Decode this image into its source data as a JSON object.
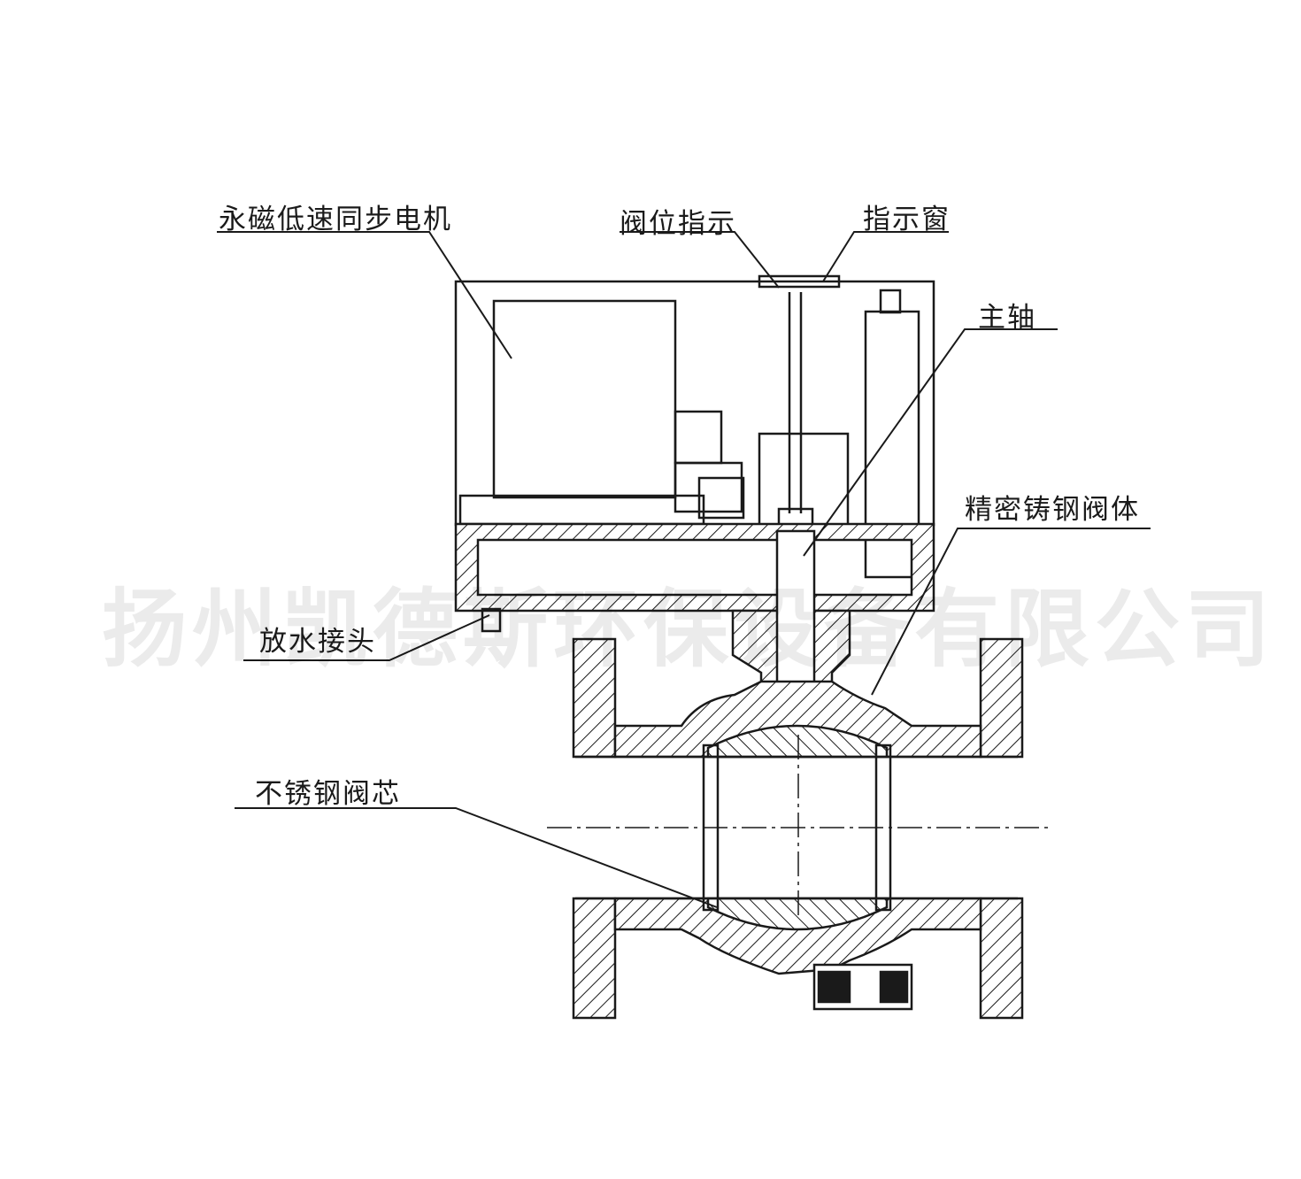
{
  "labels": {
    "motor": "永磁低速同步电机",
    "valve_position_indicator": "阀位指示",
    "indicator_window": "指示窗",
    "main_shaft": "主轴",
    "precision_cast_steel_body": "精密铸钢阀体",
    "drain_fitting": "放水接头",
    "stainless_steel_core": "不锈钢阀芯"
  },
  "watermark": {
    "company": "扬州凯德斯环保设备有限公司"
  },
  "colors": {
    "line": "#1a1a1a",
    "background": "#ffffff"
  }
}
